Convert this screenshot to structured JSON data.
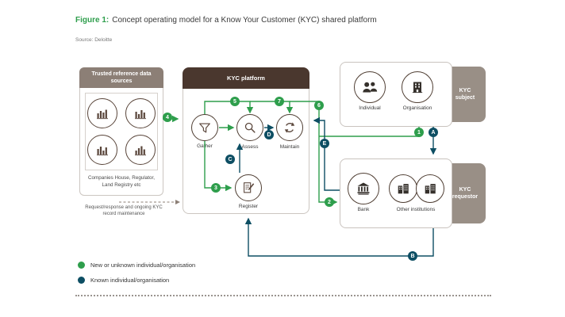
{
  "figure": {
    "label": "Figure 1:",
    "title": "Concept operating model for a Know Your Customer (KYC) shared platform",
    "source": "Source: Deloitte"
  },
  "colors": {
    "accent_green": "#2e9e4c",
    "accent_teal": "#0d4e63",
    "platform_brown": "#4a372e",
    "taupe": "#8c7f76"
  },
  "trusted": {
    "title": "Trusted reference data sources",
    "caption": "Companies House, Regulator, Land Registry etc",
    "icon": "bar-chart-icon"
  },
  "platform": {
    "title": "KYC platform",
    "gather": "Gather",
    "assess": "Assess",
    "maintain": "Maintain",
    "register": "Register"
  },
  "subject": {
    "tab": "KYC subject",
    "individual": "Individual",
    "organisation": "Organisation"
  },
  "requestor": {
    "tab": "KYC requestor",
    "bank": "Bank",
    "other": "Other institutions"
  },
  "annotation": "Request/response and ongoing KYC record maintenance",
  "badges": {
    "green": [
      "1",
      "2",
      "3",
      "4",
      "5",
      "6",
      "7"
    ],
    "teal": [
      "A",
      "B",
      "C",
      "D",
      "E"
    ]
  },
  "legend": {
    "new_label": "New or unknown individual/organisation",
    "known_label": "Known individual/organisation"
  }
}
